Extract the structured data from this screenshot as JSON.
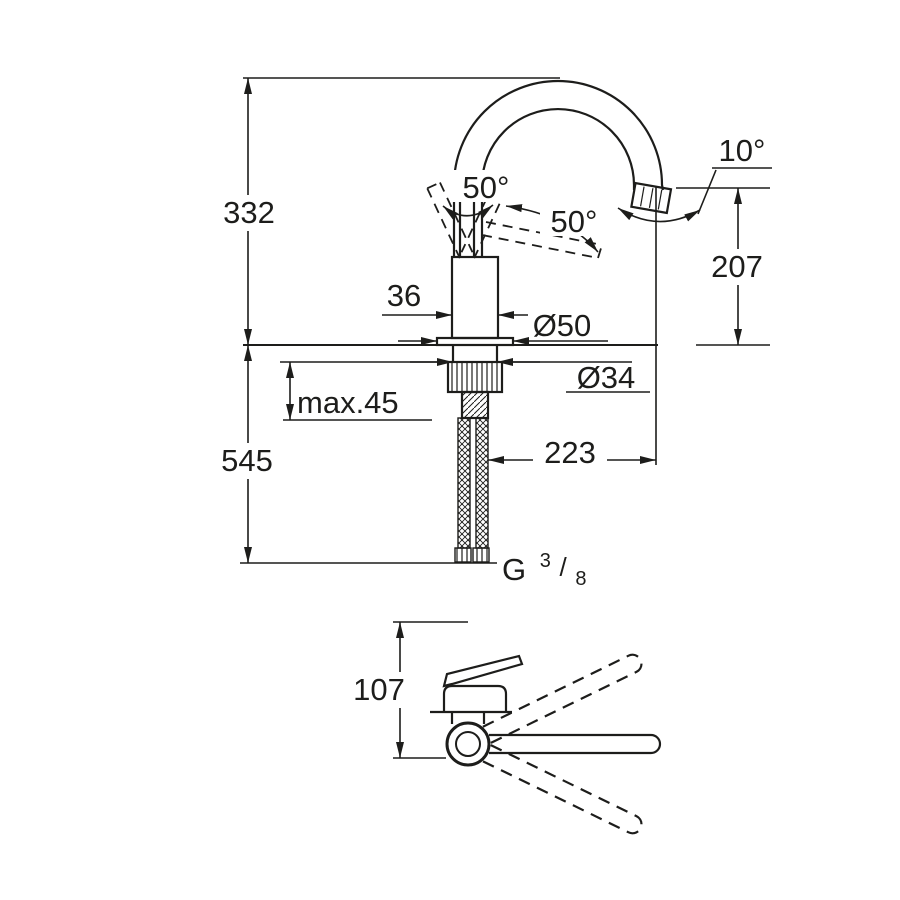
{
  "colors": {
    "line": "#1d1d1b",
    "background": "#ffffff"
  },
  "dimensions": {
    "height_total": "332",
    "height_below": "545",
    "body_width": "36",
    "base_diameter": "Ø50",
    "shank_diameter": "Ø34",
    "max_thickness": "max.45",
    "reach": "223",
    "outlet_height": "207",
    "tilt_angle": "10°",
    "handle_angle_1": "50°",
    "handle_angle_2": "50°",
    "swivel_height": "107",
    "thread_letter": "G",
    "thread_numerator": "3",
    "thread_slash": "/",
    "thread_denominator": "8"
  }
}
